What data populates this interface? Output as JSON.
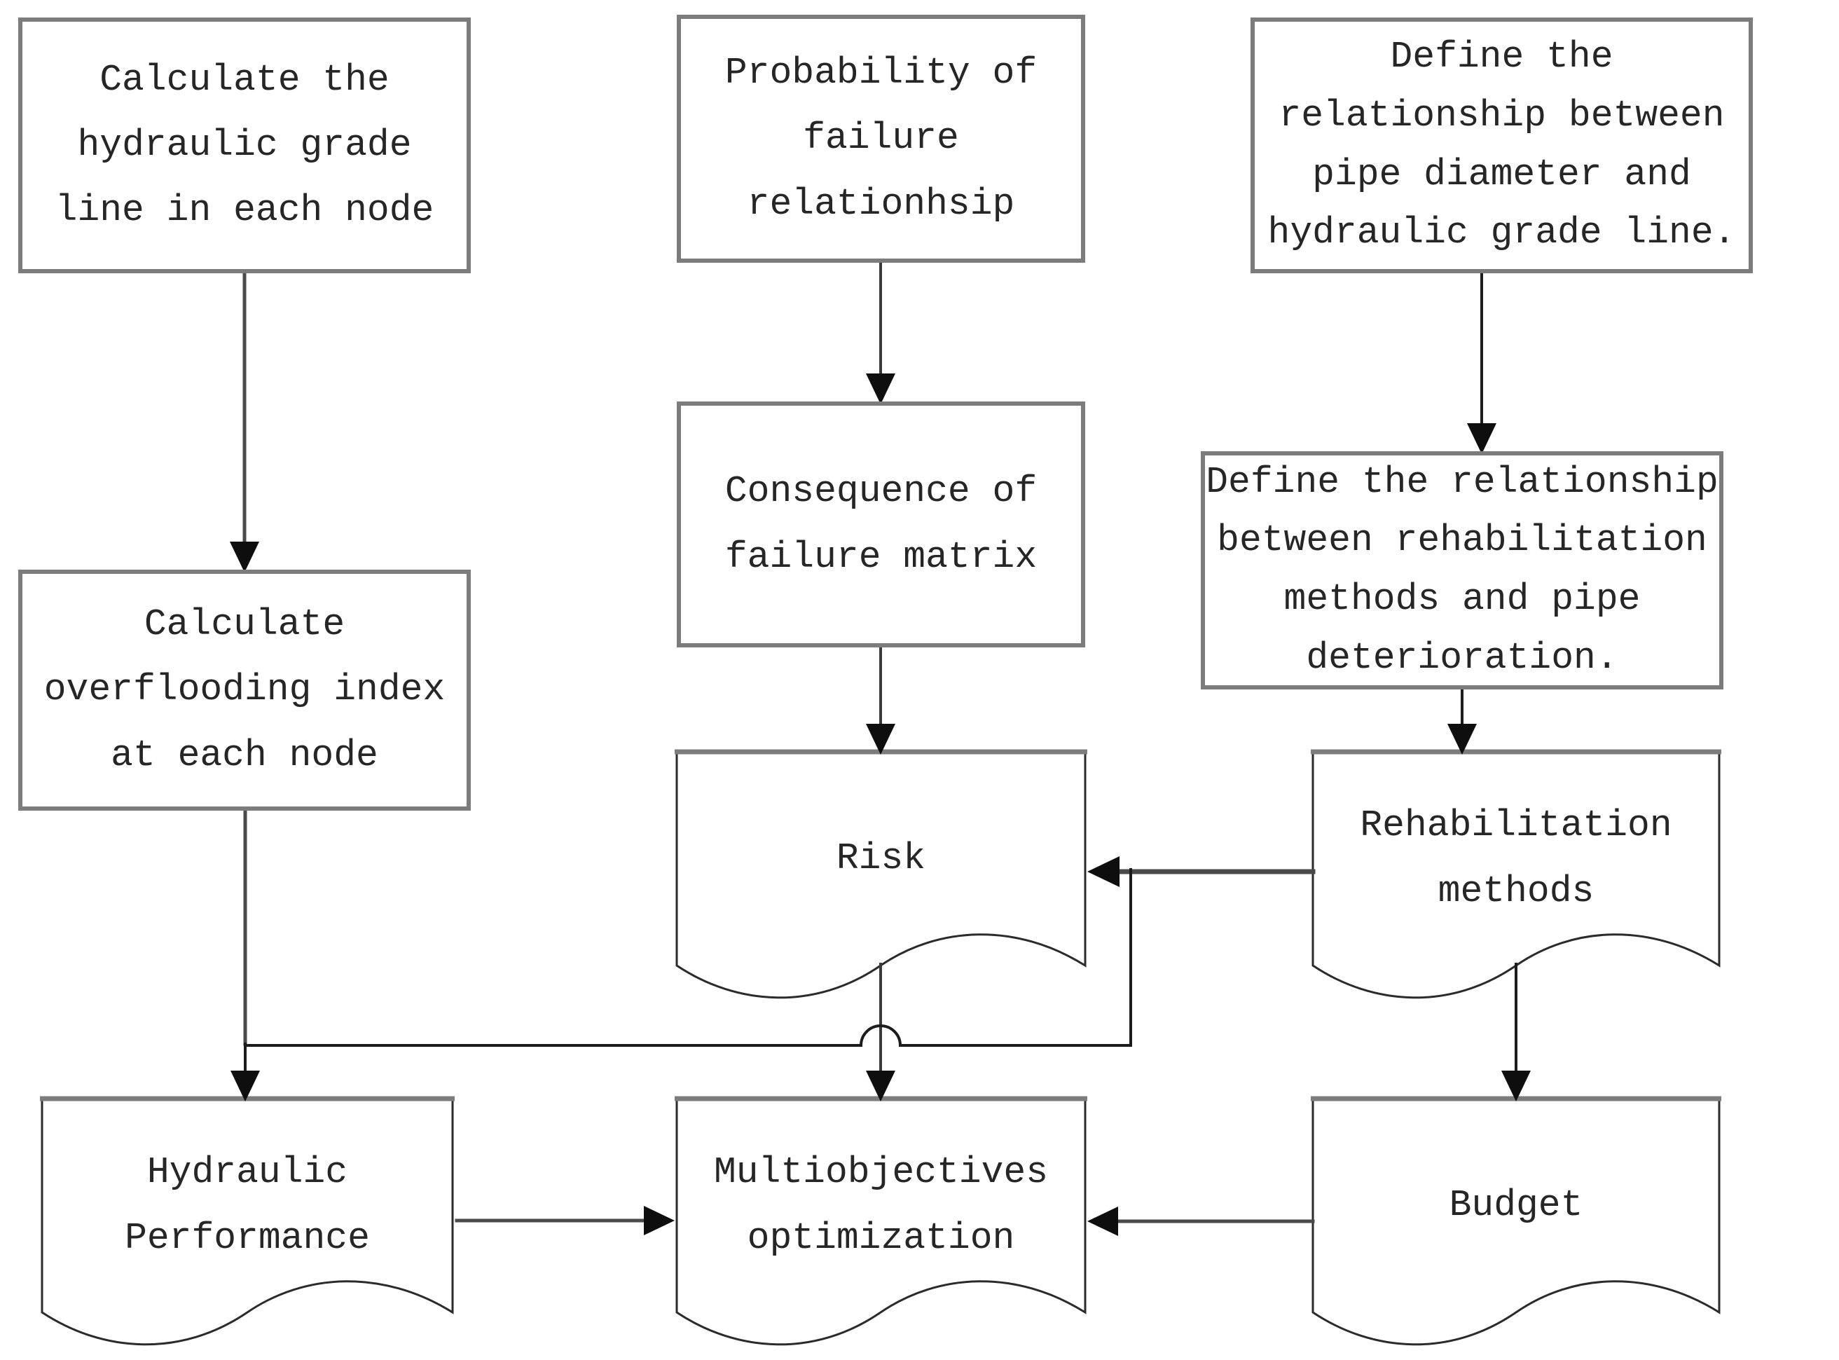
{
  "diagram": {
    "type": "flowchart",
    "background_color": "#ffffff",
    "colors": {
      "process_border": "#7c7c7c",
      "document_outline": "#2b2b2b",
      "document_top_edge": "#7c7c7c",
      "connector": "#4a4a4a",
      "connector_strong": "#1c1c1c",
      "arrowhead": "#0e0e0e",
      "text": "#262626"
    },
    "nodes": {
      "calc_hgl": {
        "shape": "process",
        "label": "Calculate the\nhydraulic grade\nline in each node"
      },
      "prob_failure": {
        "shape": "process",
        "label": "Probability of\nfailure\nrelationhsip"
      },
      "define_pipe": {
        "shape": "process",
        "label": "Define the\nrelationship between\npipe diameter and\nhydraulic grade line."
      },
      "consequence": {
        "shape": "process",
        "label": "Consequence of\nfailure matrix"
      },
      "define_rehab": {
        "shape": "process",
        "label": "Define the relationship\nbetween rehabilitation\nmethods and pipe\ndeterioration."
      },
      "calc_overflood": {
        "shape": "process",
        "label": "Calculate\noverflooding index\nat each node"
      },
      "risk": {
        "shape": "document",
        "label": "Risk"
      },
      "rehab_methods": {
        "shape": "document",
        "label": "Rehabilitation\nmethods"
      },
      "hydraulic_perf": {
        "shape": "document",
        "label": "Hydraulic\nPerformance"
      },
      "multiobjectives": {
        "shape": "document",
        "label": "Multiobjectives\noptimization"
      },
      "budget": {
        "shape": "document",
        "label": "Budget"
      }
    },
    "edges": [
      {
        "from": "calc_hgl",
        "to": "calc_overflood"
      },
      {
        "from": "prob_failure",
        "to": "consequence"
      },
      {
        "from": "consequence",
        "to": "risk"
      },
      {
        "from": "define_pipe",
        "to": "define_rehab"
      },
      {
        "from": "define_rehab",
        "to": "rehab_methods"
      },
      {
        "from": "rehab_methods",
        "to": "risk"
      },
      {
        "from": "risk",
        "to": "multiobjectives"
      },
      {
        "from": "calc_overflood",
        "to": "hydraulic_perf"
      },
      {
        "from": "rehab_methods",
        "to": "hydraulic_perf"
      },
      {
        "from": "hydraulic_perf",
        "to": "multiobjectives"
      },
      {
        "from": "budget",
        "to": "multiobjectives"
      },
      {
        "from": "rehab_methods",
        "to": "budget"
      }
    ]
  }
}
